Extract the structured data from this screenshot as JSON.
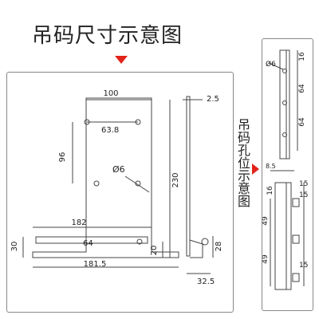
{
  "title": "吊码尺寸示意图",
  "side_label": "吊码孔位示意图",
  "main_diagram": {
    "dims": {
      "top_width": "100",
      "thickness": "2.5",
      "hole_spacing_h": "63.8",
      "hole_spacing_v": "96",
      "hole_dia": "Ø6",
      "height": "230",
      "arm_length": "182",
      "base_hole_dist": "64",
      "base_height": "20",
      "left_offset": "30",
      "bottom_length": "181.5",
      "side_height": "28",
      "side_width": "32.5"
    }
  },
  "hole_diagram": {
    "dims": {
      "hole_dia": "Ø6",
      "top": "16",
      "spacing_a": "64",
      "spacing_b": "64",
      "offset": "8.5",
      "upper_16": "16",
      "upper_15a": "15",
      "upper_15b": "15",
      "lower_49a": "49",
      "lower_49b": "49",
      "bottom_15": "15"
    }
  },
  "colors": {
    "accent_arrow": "#e2231a",
    "line": "#444444",
    "border": "#888888"
  }
}
